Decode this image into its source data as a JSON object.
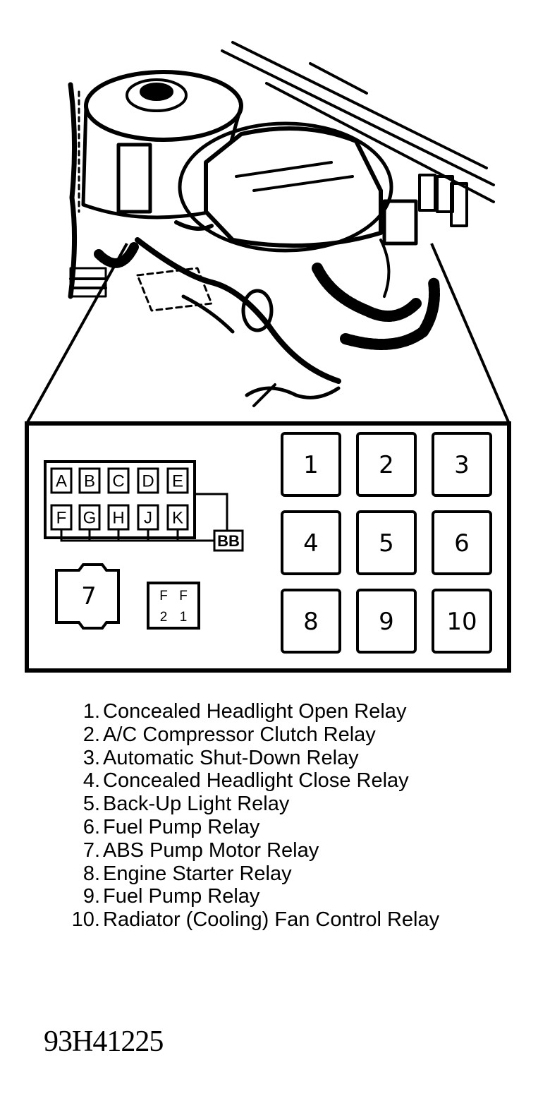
{
  "relays": [
    {
      "id": "1"
    },
    {
      "id": "2"
    },
    {
      "id": "3"
    },
    {
      "id": "4"
    },
    {
      "id": "5"
    },
    {
      "id": "6"
    },
    {
      "id": "8"
    },
    {
      "id": "9"
    },
    {
      "id": "10"
    }
  ],
  "abs_relay": {
    "id": "7"
  },
  "fuse_block": {
    "top_row": [
      "A",
      "B",
      "C",
      "D",
      "E"
    ],
    "bottom_row": [
      "F",
      "G",
      "H",
      "J",
      "K"
    ],
    "bus_label": "BB"
  },
  "fuse_pair": {
    "labels": [
      "F 2",
      "F 1"
    ]
  },
  "legend": [
    {
      "num": "1.",
      "text": "Concealed Headlight Open Relay"
    },
    {
      "num": "2.",
      "text": "A/C Compressor Clutch Relay"
    },
    {
      "num": "3.",
      "text": "Automatic Shut-Down Relay"
    },
    {
      "num": "4.",
      "text": "Concealed Headlight Close Relay"
    },
    {
      "num": "5.",
      "text": "Back-Up Light Relay"
    },
    {
      "num": "6.",
      "text": "Fuel Pump Relay"
    },
    {
      "num": "7.",
      "text": "ABS Pump Motor Relay"
    },
    {
      "num": "8.",
      "text": "Engine Starter Relay"
    },
    {
      "num": "9.",
      "text": "Fuel Pump Relay"
    },
    {
      "num": "10.",
      "text": "Radiator (Cooling) Fan Control Relay"
    }
  ],
  "figure_id": "93H41225"
}
